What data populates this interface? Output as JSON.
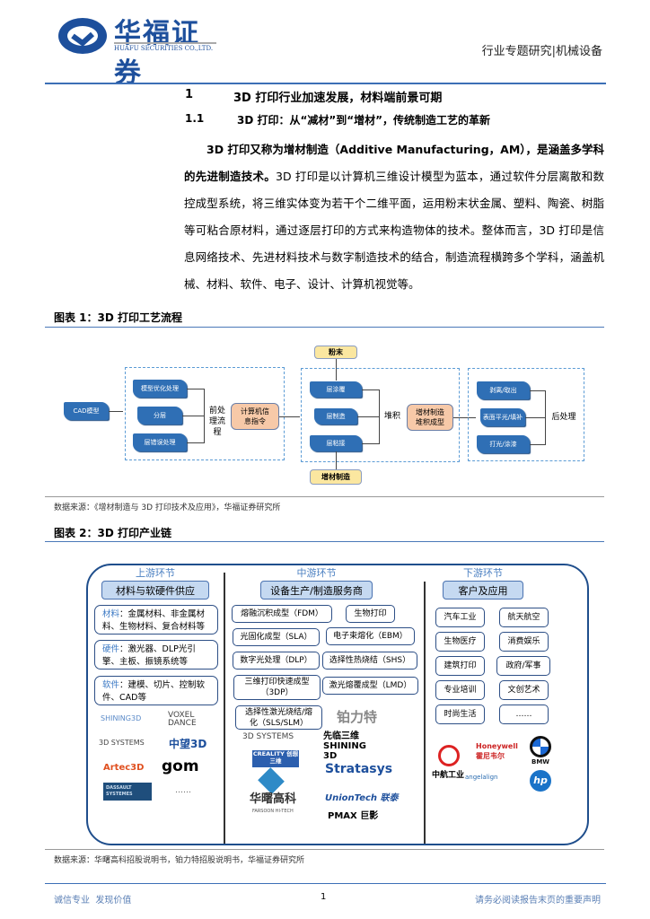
{
  "header": {
    "company_cn": "华福证券",
    "company_en": "HUAFU SECURITIES CO.,LTD.",
    "category": "行业专题研究|机械设备"
  },
  "section1": {
    "num": "1",
    "title": "3D 打印行业加速发展，材料端前景可期"
  },
  "section11": {
    "num": "1.1",
    "title": "3D 打印：从“减材”到“增材”，传统制造工艺的革新"
  },
  "body": {
    "bold": "3D 打印又称为增材制造（Additive Manufacturing，AM），是涵盖多学科的先进制造技术。",
    "text": "3D 打印是以计算机三维设计模型为蓝本，通过软件分层离散和数控成型系统，将三维实体变为若干个二维平面，运用粉末状金属、塑料、陶瓷、树脂等可粘合原材料，通过逐层打印的方式来构造物体的技术。整体而言，3D 打印是信息网络技术、先进材料技术与数字制造技术的结合，制造流程横跨多个学科，涵盖机械、材料、软件、电子、设计、计算机视觉等。"
  },
  "fig1": {
    "caption": "图表 1：3D 打印工艺流程",
    "source": "数据来源：《增材制造与 3D 打印技术及应用》，华福证券研究所",
    "cad": "CAD模型",
    "pre_items": [
      "模型优化处理",
      "分层",
      "层错误处理"
    ],
    "pre_label": "前处理流程",
    "computer": "计算机信息指令",
    "powder": "粉末",
    "mid_items": [
      "层涂覆",
      "层制造",
      "层粘接"
    ],
    "stack": "堆积",
    "am_stack": "增材制造堆积成型",
    "am": "增材制造",
    "post_items": [
      "剥离/取出",
      "表面平光/填补",
      "打光/涂漆"
    ],
    "post": "后处理"
  },
  "fig2": {
    "caption": "图表 2：3D 打印产业链",
    "source": "数据来源：华曙高科招股说明书，铂力特招股说明书，华福证券研究所",
    "up": {
      "title": "上游环节",
      "header": "材料与软硬件供应",
      "items": [
        {
          "k": "材料",
          "v": "：金属材料、非金属材料、生物材料、复合材料等"
        },
        {
          "k": "硬件",
          "v": "：激光器、DLP光引擎、主板、振镜系统等"
        },
        {
          "k": "软件",
          "v": "：建模、切片、控制软件、CAD等"
        }
      ],
      "logos": [
        "SHINING3D",
        "VOXEL DANCE",
        "3D SYSTEMS",
        "中望3D",
        "Artec3D",
        "gom",
        "DASSAULT SYSTEMES",
        "……"
      ]
    },
    "mid": {
      "title": "中游环节",
      "header": "设备生产/制造服务商",
      "items": [
        "熔融沉积成型（FDM）",
        "生物打印",
        "光固化成型（SLA）",
        "电子束熔化（EBM）",
        "数字光处理（DLP）",
        "选择性热烧结（SHS）",
        "三维打印快速成型（3DP）",
        "激光熔覆成型（LMD）",
        "选择性激光烧结/熔化（SLS/SLM）"
      ],
      "logos": [
        "铂力特",
        "3D SYSTEMS",
        "先临三维 SHINING 3D",
        "CREALITY 创想三维",
        "Stratasys",
        "华曙高科",
        "FARSOON HI-TECH",
        "UnionTech 联泰",
        "PMAX 巨影"
      ]
    },
    "down": {
      "title": "下游环节",
      "header": "客户及应用",
      "items": [
        "汽车工业",
        "航天航空",
        "生物医疗",
        "消费娱乐",
        "建筑打印",
        "政府/军事",
        "专业培训",
        "文创艺术",
        "时尚生活",
        "……"
      ],
      "logos": [
        "中航工业",
        "Honeywell 霍尼韦尔",
        "BMW",
        "angelalign",
        "hp"
      ]
    }
  },
  "footer": {
    "left": "诚信专业  发现价值",
    "page": "1",
    "right": "请务必阅读报告末页的重要声明"
  },
  "colors": {
    "brand": "#1d4f9c",
    "box_blue": "#2f6fb5",
    "orange": "#f7c9a8"
  }
}
